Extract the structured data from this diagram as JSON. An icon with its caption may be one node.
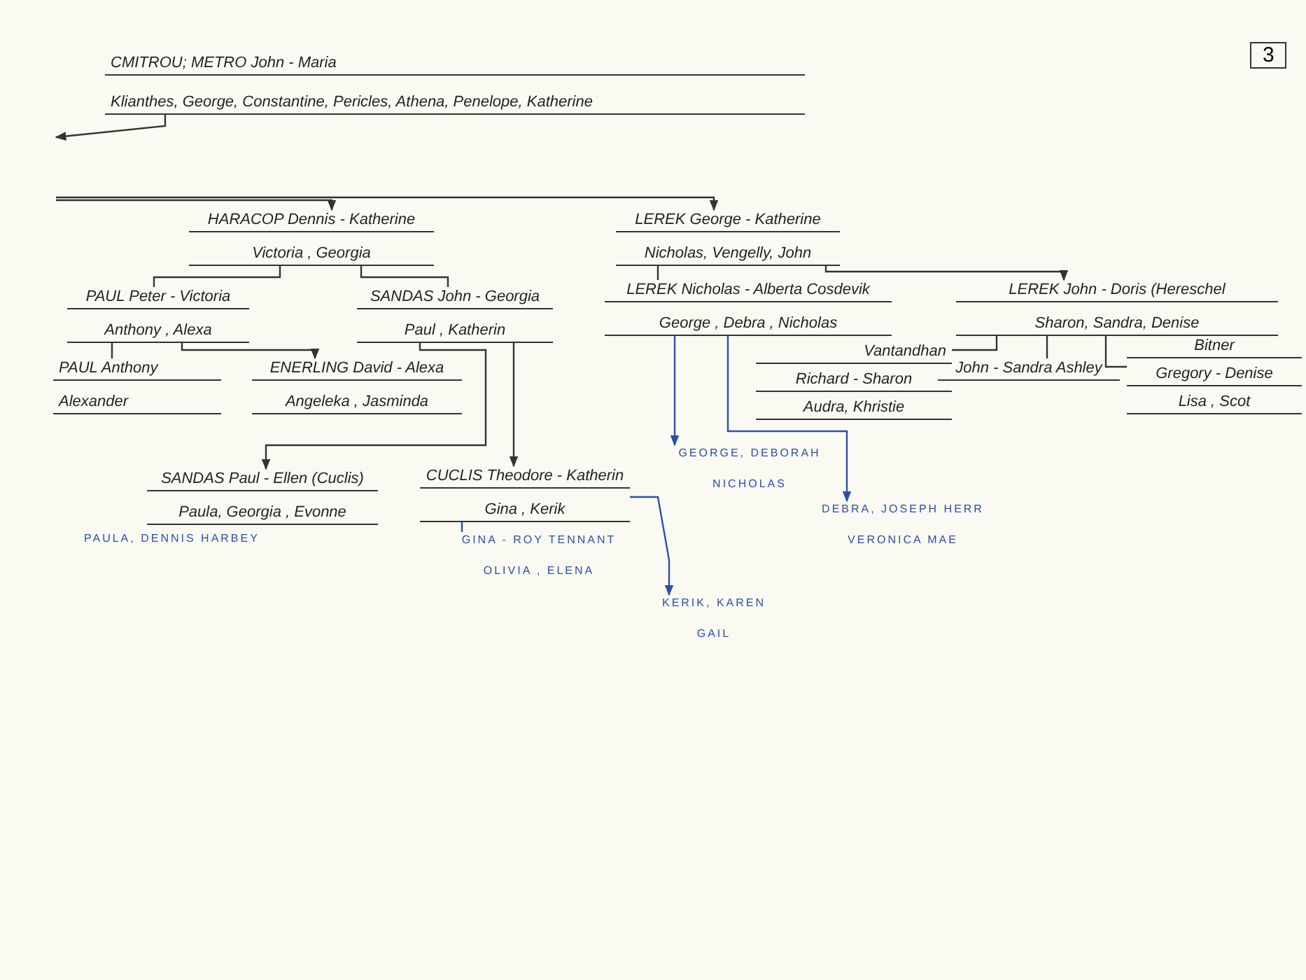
{
  "diagram": {
    "nodes": [
      {
        "text": [
          "CMITROU; METRO John - Maria",
          "Klianthes, George, Constantine, Pericles, Athena, Penelope, Katherine"
        ]
      },
      {
        "text": [
          "HARACOP Dennis - Katherine",
          "Victoria , Georgia"
        ]
      },
      {
        "text": [
          "LEREK George - Katherine",
          "Nicholas, Vengelly, John"
        ]
      },
      {
        "text": [
          "PAUL Peter - Victoria",
          "Anthony , Alexa"
        ]
      },
      {
        "text": [
          "SANDAS John - Georgia",
          "Paul , Katherin"
        ]
      },
      {
        "text": [
          "LEREK Nicholas - Alberta Cosdevik",
          "George , Debra , Nicholas"
        ]
      },
      {
        "text": [
          "LEREK John - Doris (Hereschel",
          "Sharon, Sandra, Denise"
        ]
      },
      {
        "text": [
          "PAUL Anthony",
          "Alexander"
        ]
      },
      {
        "text": [
          "ENERLING David - Alexa",
          "Angeleka , Jasminda"
        ]
      },
      {
        "text": [
          "Vantandhan",
          "Richard - Sharon",
          "Audra, Khristie"
        ]
      },
      {
        "text": [
          "John - Sandra Ashley"
        ]
      },
      {
        "text": [
          "Bitner",
          "Gregory - Denise",
          "Lisa , Scot"
        ]
      },
      {
        "text": [
          "SANDAS Paul - Ellen (Cuclis)",
          "Paula, Georgia , Evonne"
        ],
        "beside": [
          "PAULA, DENNIS HARBEY"
        ]
      },
      {
        "text": [
          "CUCLIS Theodore - Katherin",
          "Gina , Kerik"
        ]
      },
      {
        "text": [
          "GINA - ROY TENNANT",
          "OLIVIA , ELENA"
        ]
      },
      {
        "text": [
          "KERIK, KAREN",
          "GAIL"
        ]
      },
      {
        "text": [
          "GEORGE, DEBORAH",
          "NICHOLAS"
        ]
      },
      {
        "text": [
          "DEBRA, JOSEPH HERR",
          "VERONICA MAE"
        ]
      }
    ],
    "edges": [
      {
        "from": 0,
        "to": null,
        "arrow": "to"
      },
      {
        "from": null,
        "to": 1,
        "arrow": "to"
      },
      {
        "from": null,
        "to": 2,
        "arrow": "to"
      },
      {
        "from": 1,
        "to": 3,
        "arrow": "none"
      },
      {
        "from": 1,
        "to": 4,
        "arrow": "none"
      },
      {
        "from": 3,
        "to": 7,
        "arrow": "none"
      },
      {
        "from": 3,
        "to": 8,
        "arrow": "to"
      },
      {
        "from": 4,
        "to": 12,
        "arrow": "to"
      },
      {
        "from": 4,
        "to": 13,
        "arrow": "to"
      },
      {
        "from": 2,
        "to": 5,
        "arrow": "none"
      },
      {
        "from": 2,
        "to": 6,
        "arrow": "to"
      },
      {
        "from": 5,
        "to": 16,
        "arrow": "to",
        "color": "#2c4fa8"
      },
      {
        "from": 5,
        "to": 17,
        "arrow": "to",
        "color": "#2c4fa8"
      },
      {
        "from": 6,
        "to": 9,
        "arrow": "none"
      },
      {
        "from": 6,
        "to": 10,
        "arrow": "none"
      },
      {
        "from": 6,
        "to": 11,
        "arrow": "none"
      },
      {
        "from": 13,
        "to": 14,
        "arrow": "none",
        "color": "#2c4fa8"
      },
      {
        "from": 13,
        "to": 15,
        "arrow": "to",
        "color": "#2c4fa8"
      }
    ],
    "labels": [
      "3"
    ]
  }
}
